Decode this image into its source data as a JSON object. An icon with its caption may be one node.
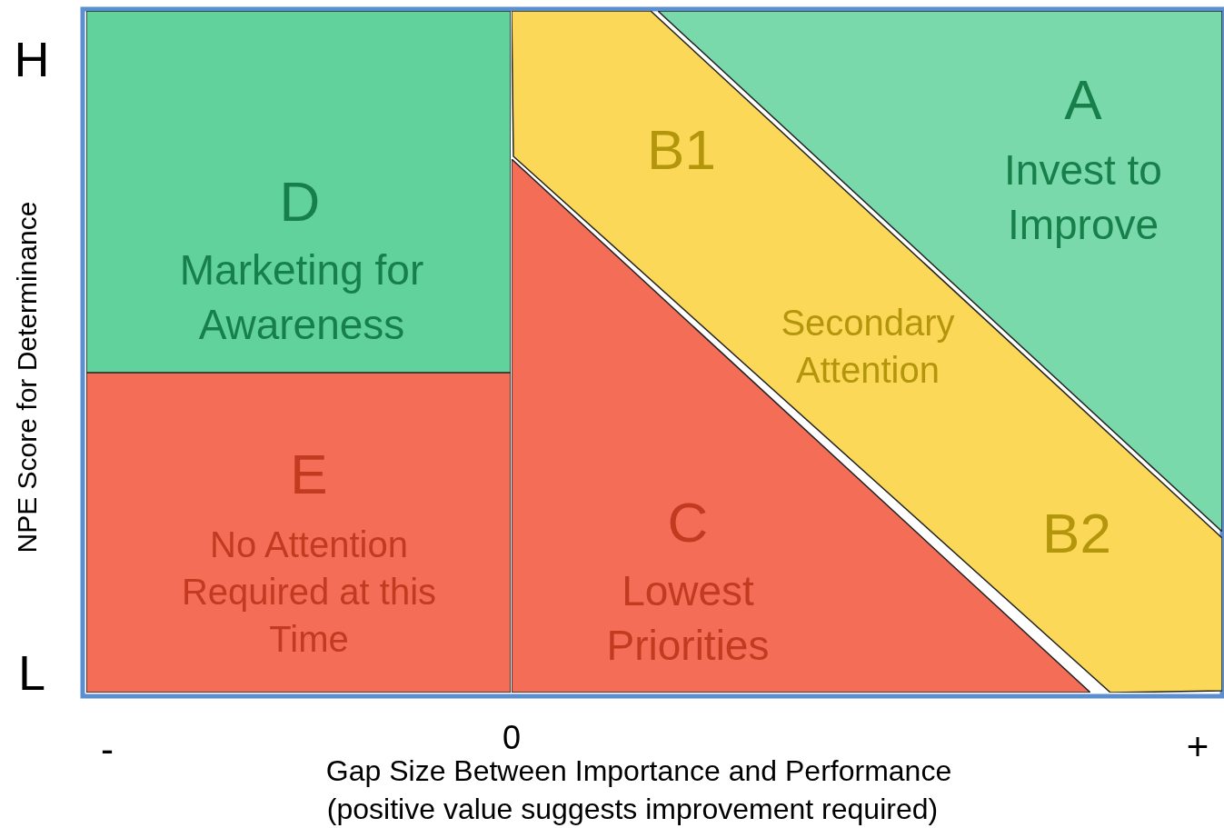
{
  "diagram": {
    "nodes": [
      {
        "text": [
          "D",
          "Marketing for Awareness"
        ]
      },
      {
        "text": [
          "E",
          "No Attention Required at this Time"
        ]
      },
      {
        "text": [
          "C",
          "Lowest Priorities"
        ]
      },
      {
        "text": [
          "B1",
          "Secondary Attention",
          "B2"
        ]
      },
      {
        "text": [
          "A",
          "Invest to Improve"
        ]
      }
    ],
    "edges": [],
    "labels": [
      "H",
      "NPE Score for Determinance",
      "L",
      "-",
      "0",
      "+",
      "Gap Size Between Importance and Performance",
      "(positive value suggests improvement required)"
    ]
  }
}
